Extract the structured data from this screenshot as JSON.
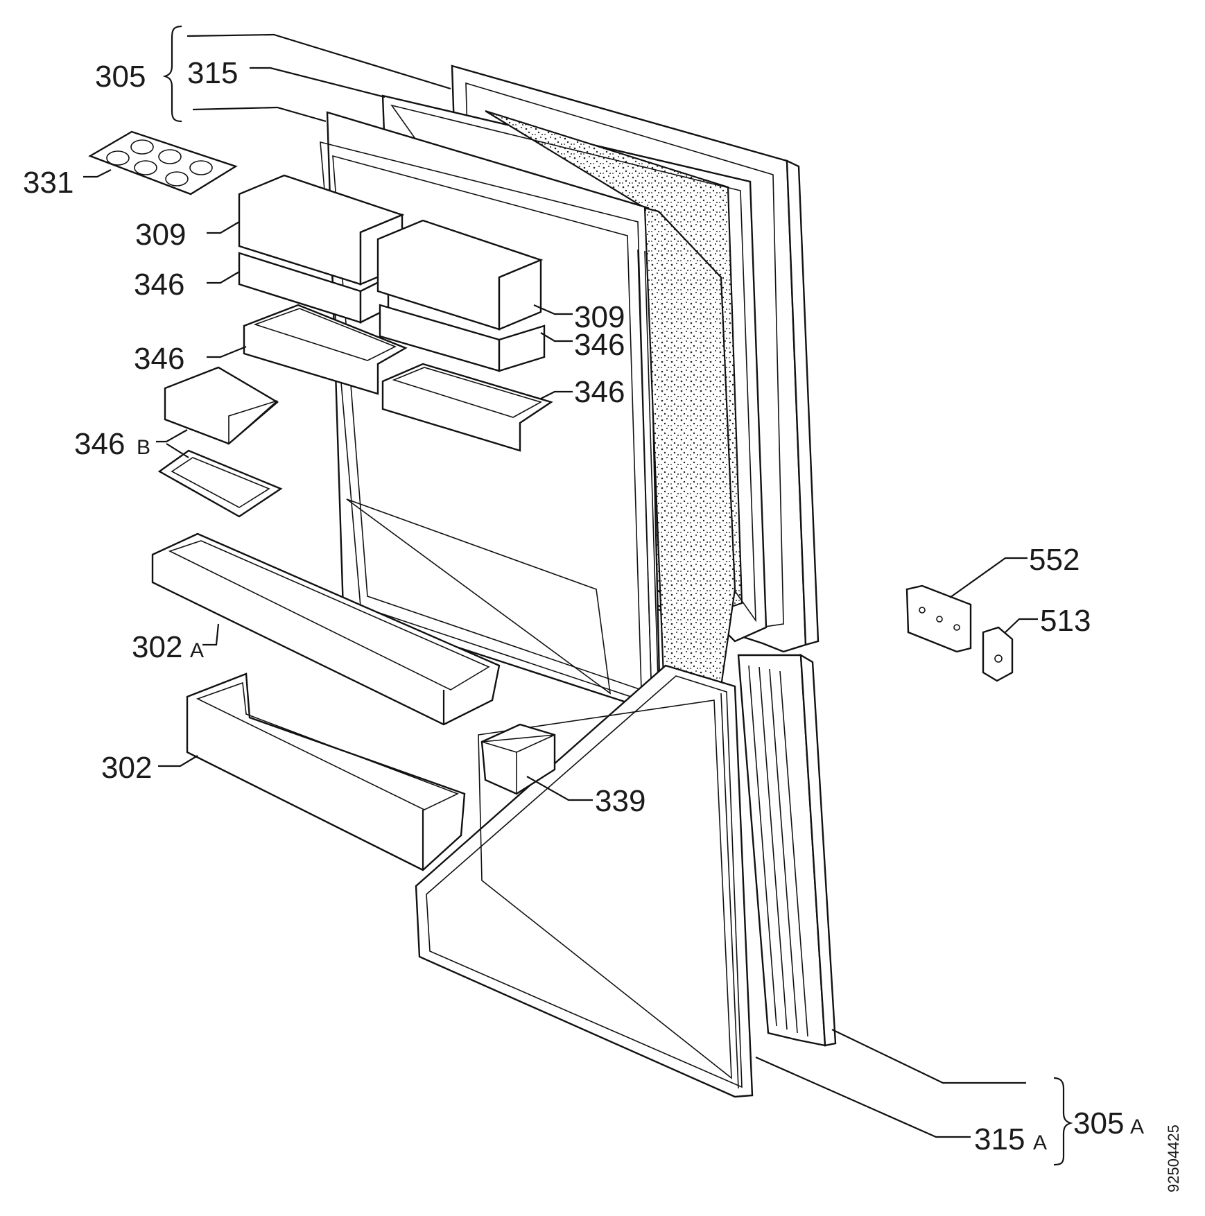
{
  "diagram": {
    "labels": {
      "l305": "305",
      "l315": "315",
      "l331": "331",
      "l309a": "309",
      "l346a": "346",
      "l346b": "346",
      "l346bb": "346",
      "l346bb_suffix": "B",
      "l302a": "302",
      "l302a_suffix": "A",
      "l302": "302",
      "l309b": "309",
      "l346c": "346",
      "l346d": "346",
      "l339": "339",
      "l552": "552",
      "l513": "513",
      "l305a": "305",
      "l305a_suffix": "A",
      "l315a": "315",
      "l315a_suffix": "A"
    },
    "document_id": "92504425"
  }
}
